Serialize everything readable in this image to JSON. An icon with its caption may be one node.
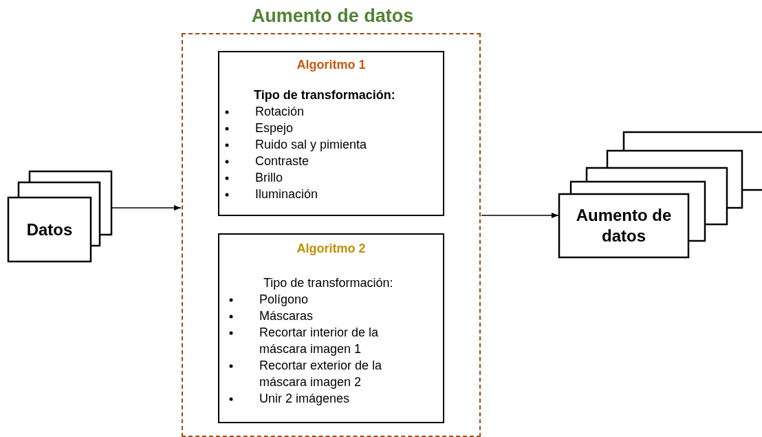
{
  "diagram": {
    "nodes": [
      {
        "text": [
          "Aumento de datos"
        ]
      },
      {
        "text": [
          "Algoritmo 1",
          "Tipo de transformación:",
          "Rotación",
          "Espejo",
          "Ruido sal y pimienta",
          "Contraste",
          "Brillo",
          "Iluminación"
        ],
        "in": 0
      },
      {
        "text": [
          "Algoritmo 2",
          "Tipo de transformación:",
          "Polígono",
          "Máscaras",
          "Recortar interior de la máscara imagen 1",
          "Recortar exterior de la máscara imagen 2",
          "Unir 2 imágenes"
        ],
        "in": 0
      },
      {
        "text": [
          "Datos"
        ]
      },
      {
        "text": [
          "Aumento de datos"
        ]
      }
    ],
    "edges": [
      {
        "from": 3,
        "to": 0,
        "arrow": "to"
      },
      {
        "from": 0,
        "to": 4,
        "arrow": "to"
      }
    ]
  }
}
